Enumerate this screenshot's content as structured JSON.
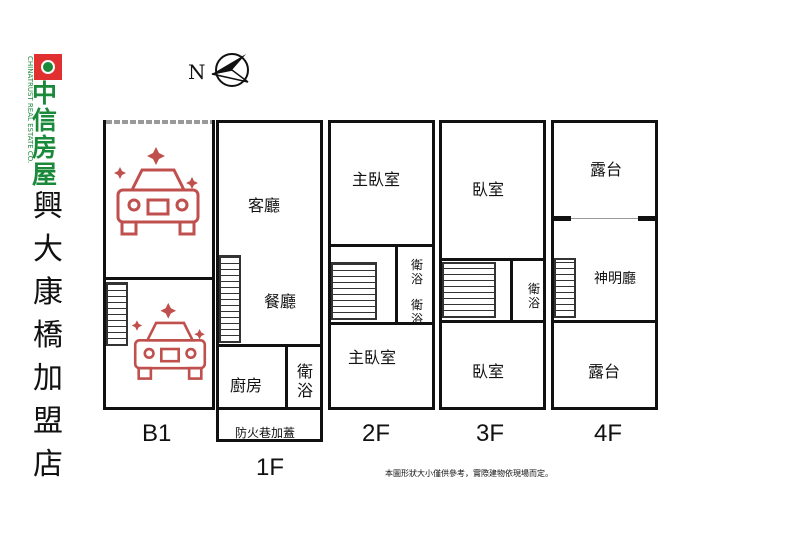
{
  "logo": {
    "name": "中信房屋",
    "subtitle": "CHINATRUST REAL ESTATE CO.",
    "color": "#1a8a3a",
    "mark_color": "#e03030"
  },
  "compass": {
    "label": "N"
  },
  "title_vertical": "興大康橋加盟店",
  "floors": {
    "b1": {
      "label": "B1"
    },
    "f1": {
      "label": "1F",
      "rooms": [
        "客廳",
        "餐廳",
        "廚房",
        "衛浴",
        "防火巷加蓋"
      ]
    },
    "f2": {
      "label": "2F",
      "rooms": [
        "主臥室",
        "衛浴",
        "衛浴",
        "主臥室"
      ]
    },
    "f3": {
      "label": "3F",
      "rooms": [
        "臥室",
        "衛浴",
        "臥室"
      ]
    },
    "f4": {
      "label": "4F",
      "rooms": [
        "露台",
        "神明廳",
        "露台"
      ]
    }
  },
  "note": "本圖形狀大小僅供參考，實際建物依現場而定。",
  "colors": {
    "car": "#c0504d",
    "wall": "#111111"
  }
}
